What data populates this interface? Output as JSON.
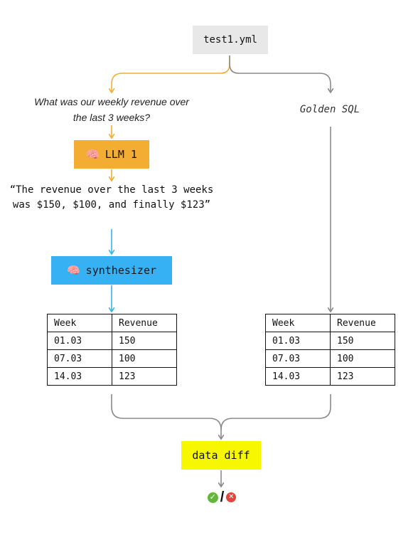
{
  "nodes": {
    "test_file": "test1.yml",
    "question": "What was our weekly revenue over the last 3 weeks?",
    "golden": "Golden SQL",
    "llm": {
      "emoji": "🧠",
      "label": "LLM 1"
    },
    "answer": "“The revenue over the last 3 weeks was $150, $100, and finally $123”",
    "synthesizer": {
      "emoji": "🧠",
      "label": "synthesizer"
    },
    "data_diff": "data diff",
    "verdict": {
      "pass": "✓",
      "sep": "/",
      "fail": "✕"
    }
  },
  "colors": {
    "file": "#e8e8e8",
    "llm": "#f3ad33",
    "synthesizer": "#36b2f4",
    "data_diff": "#f7f700",
    "arrow_orange": "#f3ad33",
    "arrow_blue": "#36b2f4",
    "arrow_gray": "#8a8a8a",
    "pass": "#63b83a",
    "fail": "#e0463c"
  },
  "tables": {
    "left": {
      "headers": [
        "Week",
        "Revenue"
      ],
      "rows": [
        [
          "01.03",
          "150"
        ],
        [
          "07.03",
          "100"
        ],
        [
          "14.03",
          "123"
        ]
      ]
    },
    "right": {
      "headers": [
        "Week",
        "Revenue"
      ],
      "rows": [
        [
          "01.03",
          "150"
        ],
        [
          "07.03",
          "100"
        ],
        [
          "14.03",
          "123"
        ]
      ]
    }
  }
}
